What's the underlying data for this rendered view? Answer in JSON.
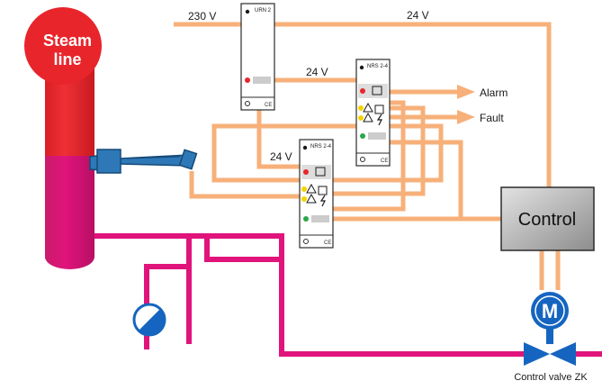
{
  "labels": {
    "steam_line": [
      "Steam",
      "line"
    ],
    "v230": "230 V",
    "v24_top": "24 V",
    "v24_mid": "24 V",
    "v24_left": "24 V",
    "alarm": "Alarm",
    "fault": "Fault",
    "control": "Control",
    "valve_caption": "Control valve ZK",
    "motor_letter": "M"
  },
  "modules": {
    "urn": {
      "name": "URN 2"
    },
    "nrs_top": {
      "name": "NRS 2-4"
    },
    "nrs_bottom": {
      "name": "NRS 2-4"
    },
    "ce_mark": "CE"
  },
  "colors": {
    "steam_red": "#e8252b",
    "water_magenta": "#e0147b",
    "wire_orange": "#f7b07a",
    "sensor_blue": "#2e78b7",
    "valve_blue": "#1565c0",
    "control_grey": "#b8b8b8"
  }
}
